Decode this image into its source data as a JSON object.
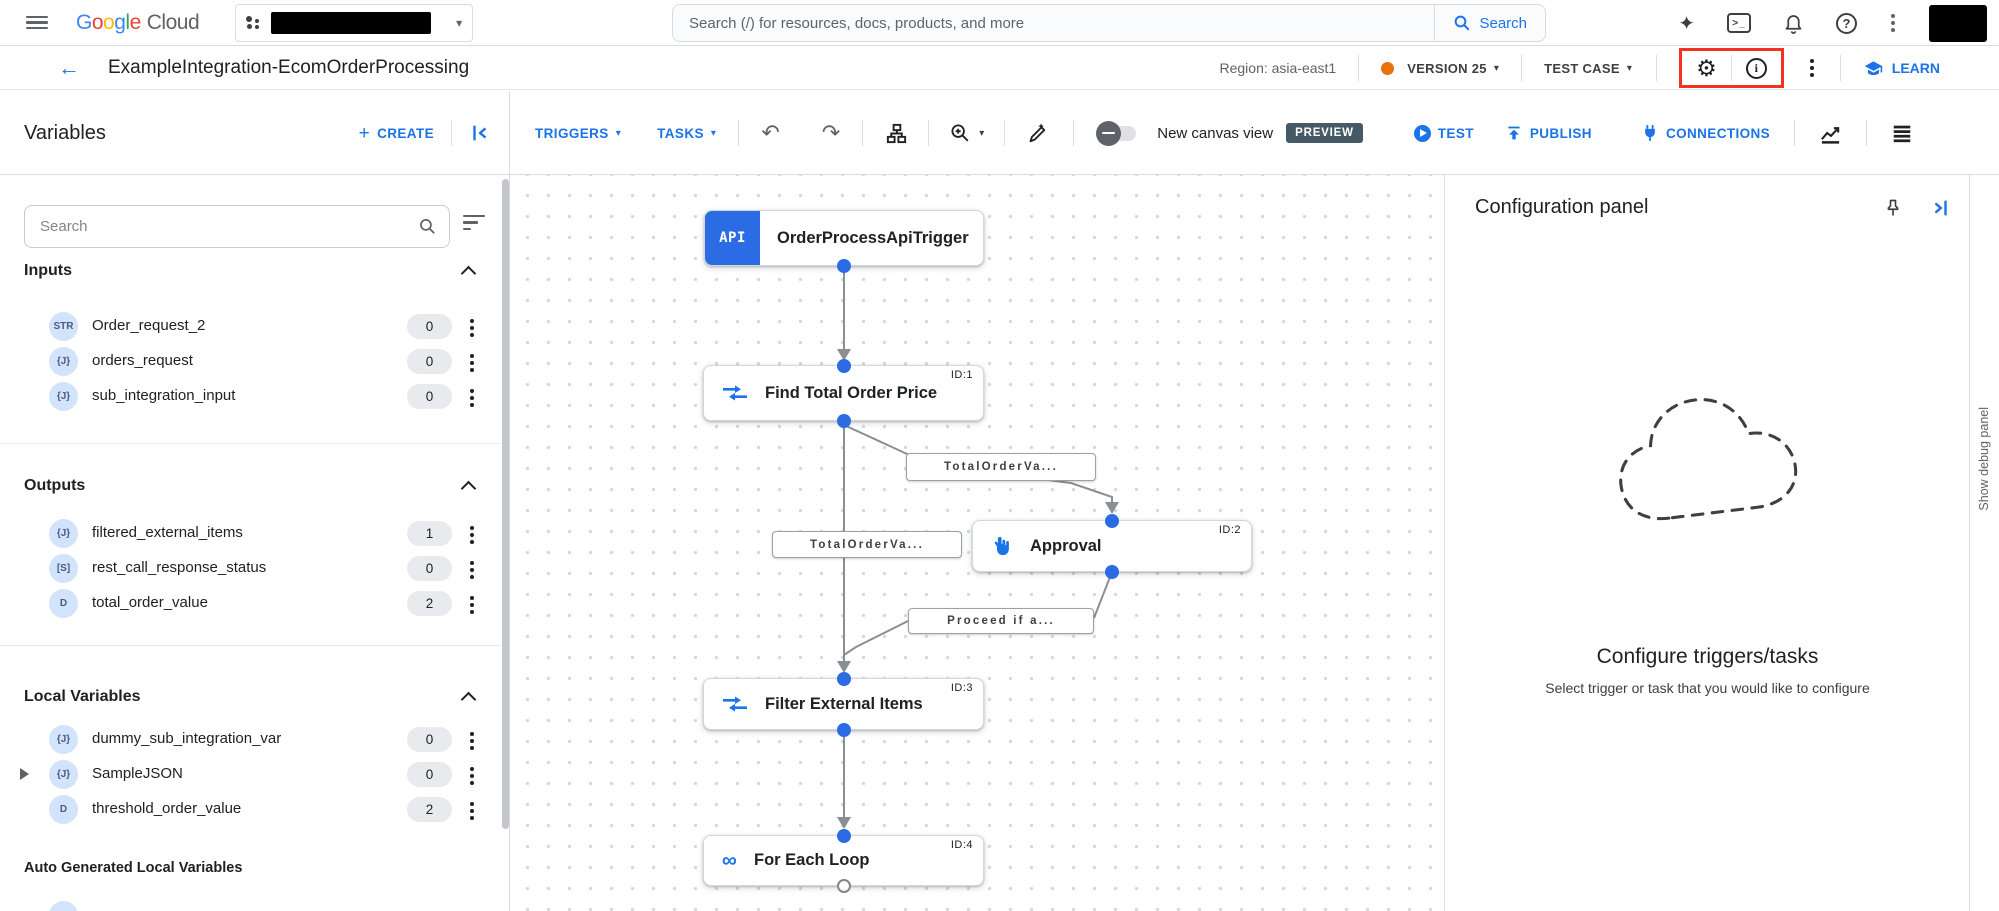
{
  "header": {
    "logo": {
      "letters": [
        "G",
        "o",
        "o",
        "g",
        "l",
        "e"
      ],
      "cloud": "Cloud"
    },
    "search": {
      "placeholder": "Search (/) for resources, docs, products, and more",
      "button_label": "Search"
    }
  },
  "title_bar": {
    "title": "ExampleIntegration-EcomOrderProcessing",
    "region_label": "Region: asia-east1",
    "version_label": "VERSION 25",
    "test_case_label": "TEST CASE",
    "learn_label": "LEARN"
  },
  "toolbar": {
    "panel_title": "Variables",
    "create_label": "CREATE",
    "triggers_label": "TRIGGERS",
    "tasks_label": "TASKS",
    "canvas_toggle_label": "New canvas view",
    "preview_badge": "PREVIEW",
    "test_label": "TEST",
    "publish_label": "PUBLISH",
    "connections_label": "CONNECTIONS"
  },
  "icons": {
    "plus": "+",
    "caret": "▾",
    "back": "←",
    "undo": "↶",
    "redo": "↷",
    "gear": "⚙",
    "info": "i",
    "help": "?",
    "sparkle": "✦",
    "terminal": ">_",
    "infinity": "∞"
  },
  "sidebar": {
    "search_placeholder": "Search",
    "sections": [
      {
        "title": "Inputs",
        "items": [
          {
            "type": "STR",
            "name": "Order_request_2",
            "count": "0"
          },
          {
            "type": "{J}",
            "name": "orders_request",
            "count": "0"
          },
          {
            "type": "{J}",
            "name": "sub_integration_input",
            "count": "0"
          }
        ]
      },
      {
        "title": "Outputs",
        "items": [
          {
            "type": "{J}",
            "name": "filtered_external_items",
            "count": "1"
          },
          {
            "type": "[S]",
            "name": "rest_call_response_status",
            "count": "0"
          },
          {
            "type": "D",
            "name": "total_order_value",
            "count": "2"
          }
        ]
      },
      {
        "title": "Local Variables",
        "items": [
          {
            "type": "{J}",
            "name": "dummy_sub_integration_var",
            "count": "0"
          },
          {
            "type": "{J}",
            "name": "SampleJSON",
            "count": "0"
          },
          {
            "type": "D",
            "name": "threshold_order_value",
            "count": "2"
          }
        ]
      }
    ],
    "auto_generated_title": "Auto Generated Local Variables"
  },
  "canvas": {
    "nodes": [
      {
        "label": "OrderProcessApiTrigger",
        "icon_text": "API"
      },
      {
        "label": "Find Total Order Price",
        "id": "ID:1"
      },
      {
        "label": "Approval",
        "id": "ID:2"
      },
      {
        "label": "Filter External Items",
        "id": "ID:3"
      },
      {
        "label": "For Each Loop",
        "id": "ID:4"
      }
    ],
    "edge_labels": [
      "TotalOrderVa...",
      "TotalOrderVa...",
      "Proceed if a..."
    ]
  },
  "config_panel": {
    "title": "Configuration panel",
    "heading": "Configure triggers/tasks",
    "subheading": "Select trigger or task that you would like to configure"
  },
  "debug_panel_label": "Show debug panel"
}
